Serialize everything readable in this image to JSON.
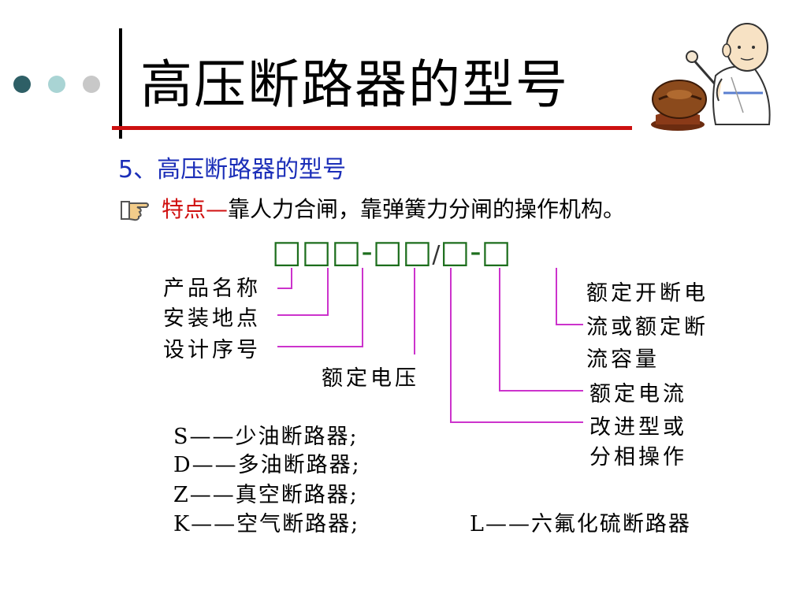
{
  "colors": {
    "accent_dot_dark": "#2e5f66",
    "accent_dot_light": "#a9d4d4",
    "accent_dot_gray": "#c8c8c8",
    "title_rule": "#cc1010",
    "subtitle": "#1b2eb8",
    "bracket": "#cc33cc"
  },
  "title": "高压断路器的型号",
  "subtitle": "5、高压断路器的型号",
  "feature": {
    "bullet_icon": "pointing-hand-icon",
    "label": "特点—",
    "text": "靠人力合闸，靠弹簧力分闸的操作机构。"
  },
  "code": {
    "part1": "□□□-□□",
    "slash": "/",
    "part2": "□-□"
  },
  "labels": {
    "product_name": "产品名称",
    "install_site": "安装地点",
    "design_no": "设计序号",
    "rated_voltage": "额定电压",
    "breaking_1": "额定开断电",
    "breaking_2": "流或额定断",
    "breaking_3": "流容量",
    "rated_current": "额定电流",
    "improved_1": "改进型或",
    "improved_2": "分相操作"
  },
  "types": [
    {
      "code": "S",
      "dash": "——",
      "name": "少油断路器;"
    },
    {
      "code": "D",
      "dash": "——",
      "name": "多油断路器;"
    },
    {
      "code": "Z",
      "dash": "——",
      "name": "真空断路器;"
    },
    {
      "code": "K",
      "dash": "——",
      "name": "空气断路器;"
    },
    {
      "code": "L",
      "dash": "——",
      "name": "六氟化硫断路器"
    }
  ],
  "illustration": "monk-with-wooden-fish-icon"
}
